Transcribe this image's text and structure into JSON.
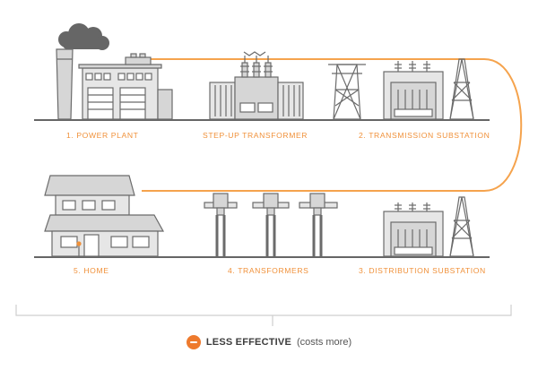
{
  "stages": [
    {
      "id": "power-plant",
      "label": "1. POWER PLANT"
    },
    {
      "id": "step-up",
      "label": "STEP-UP TRANSFORMER"
    },
    {
      "id": "transmission",
      "label": "2. TRANSMISSION SUBSTATION"
    },
    {
      "id": "distribution",
      "label": "3. DISTRIBUTION SUBSTATION"
    },
    {
      "id": "transformers",
      "label": "4. TRANSFORMERS"
    },
    {
      "id": "home",
      "label": "5. HOME"
    }
  ],
  "footer": {
    "strong": "LESS EFFECTIVE",
    "note": "(costs more)"
  },
  "colors": {
    "accent": "#f0913a",
    "line": "#f5a34d",
    "stroke": "#6b6b6b",
    "fill": "#d6d6d6",
    "smoke": "#666666"
  }
}
